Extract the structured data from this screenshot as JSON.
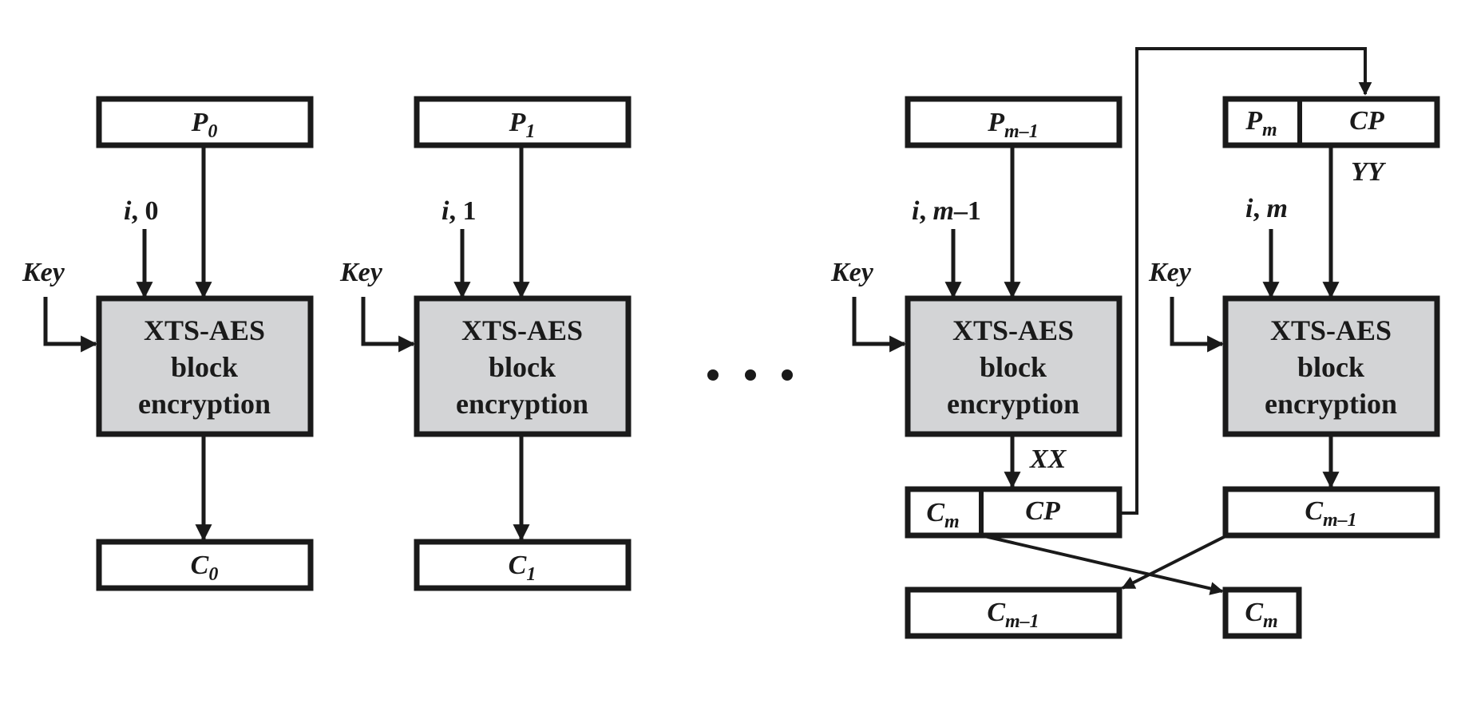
{
  "colors": {
    "ink": "#1a1a1a",
    "block_fill": "#d3d4d6",
    "background": "#ffffff"
  },
  "diagram": {
    "block_line1": "XTS-AES",
    "block_line2": "block",
    "block_line3": "encryption",
    "key_label": "Key",
    "ellipsis": "• • •",
    "stage0": {
      "plain_main": "P",
      "plain_sub": "0",
      "tweak_main": "i",
      "tweak_rest": ", 0",
      "cipher_main": "C",
      "cipher_sub": "0"
    },
    "stage1": {
      "plain_main": "P",
      "plain_sub": "1",
      "tweak_main": "i",
      "tweak_rest": ", 1",
      "cipher_main": "C",
      "cipher_sub": "1"
    },
    "stage_m1": {
      "plain_main": "P",
      "plain_sub": "m–1",
      "tweak_main": "i",
      "tweak_comma": ", ",
      "tweak_m": "m",
      "tweak_rest": "–1",
      "out_label": "XX",
      "split_left_main": "C",
      "split_left_sub": "m",
      "split_right": "CP",
      "final_main": "C",
      "final_sub": "m–1"
    },
    "stage_m": {
      "split_left_main": "P",
      "split_left_sub": "m",
      "split_right": "CP",
      "in_label": "YY",
      "tweak_main": "i",
      "tweak_comma": ", ",
      "tweak_m": "m",
      "out_main": "C",
      "out_sub": "m–1",
      "final_main": "C",
      "final_sub": "m"
    }
  }
}
